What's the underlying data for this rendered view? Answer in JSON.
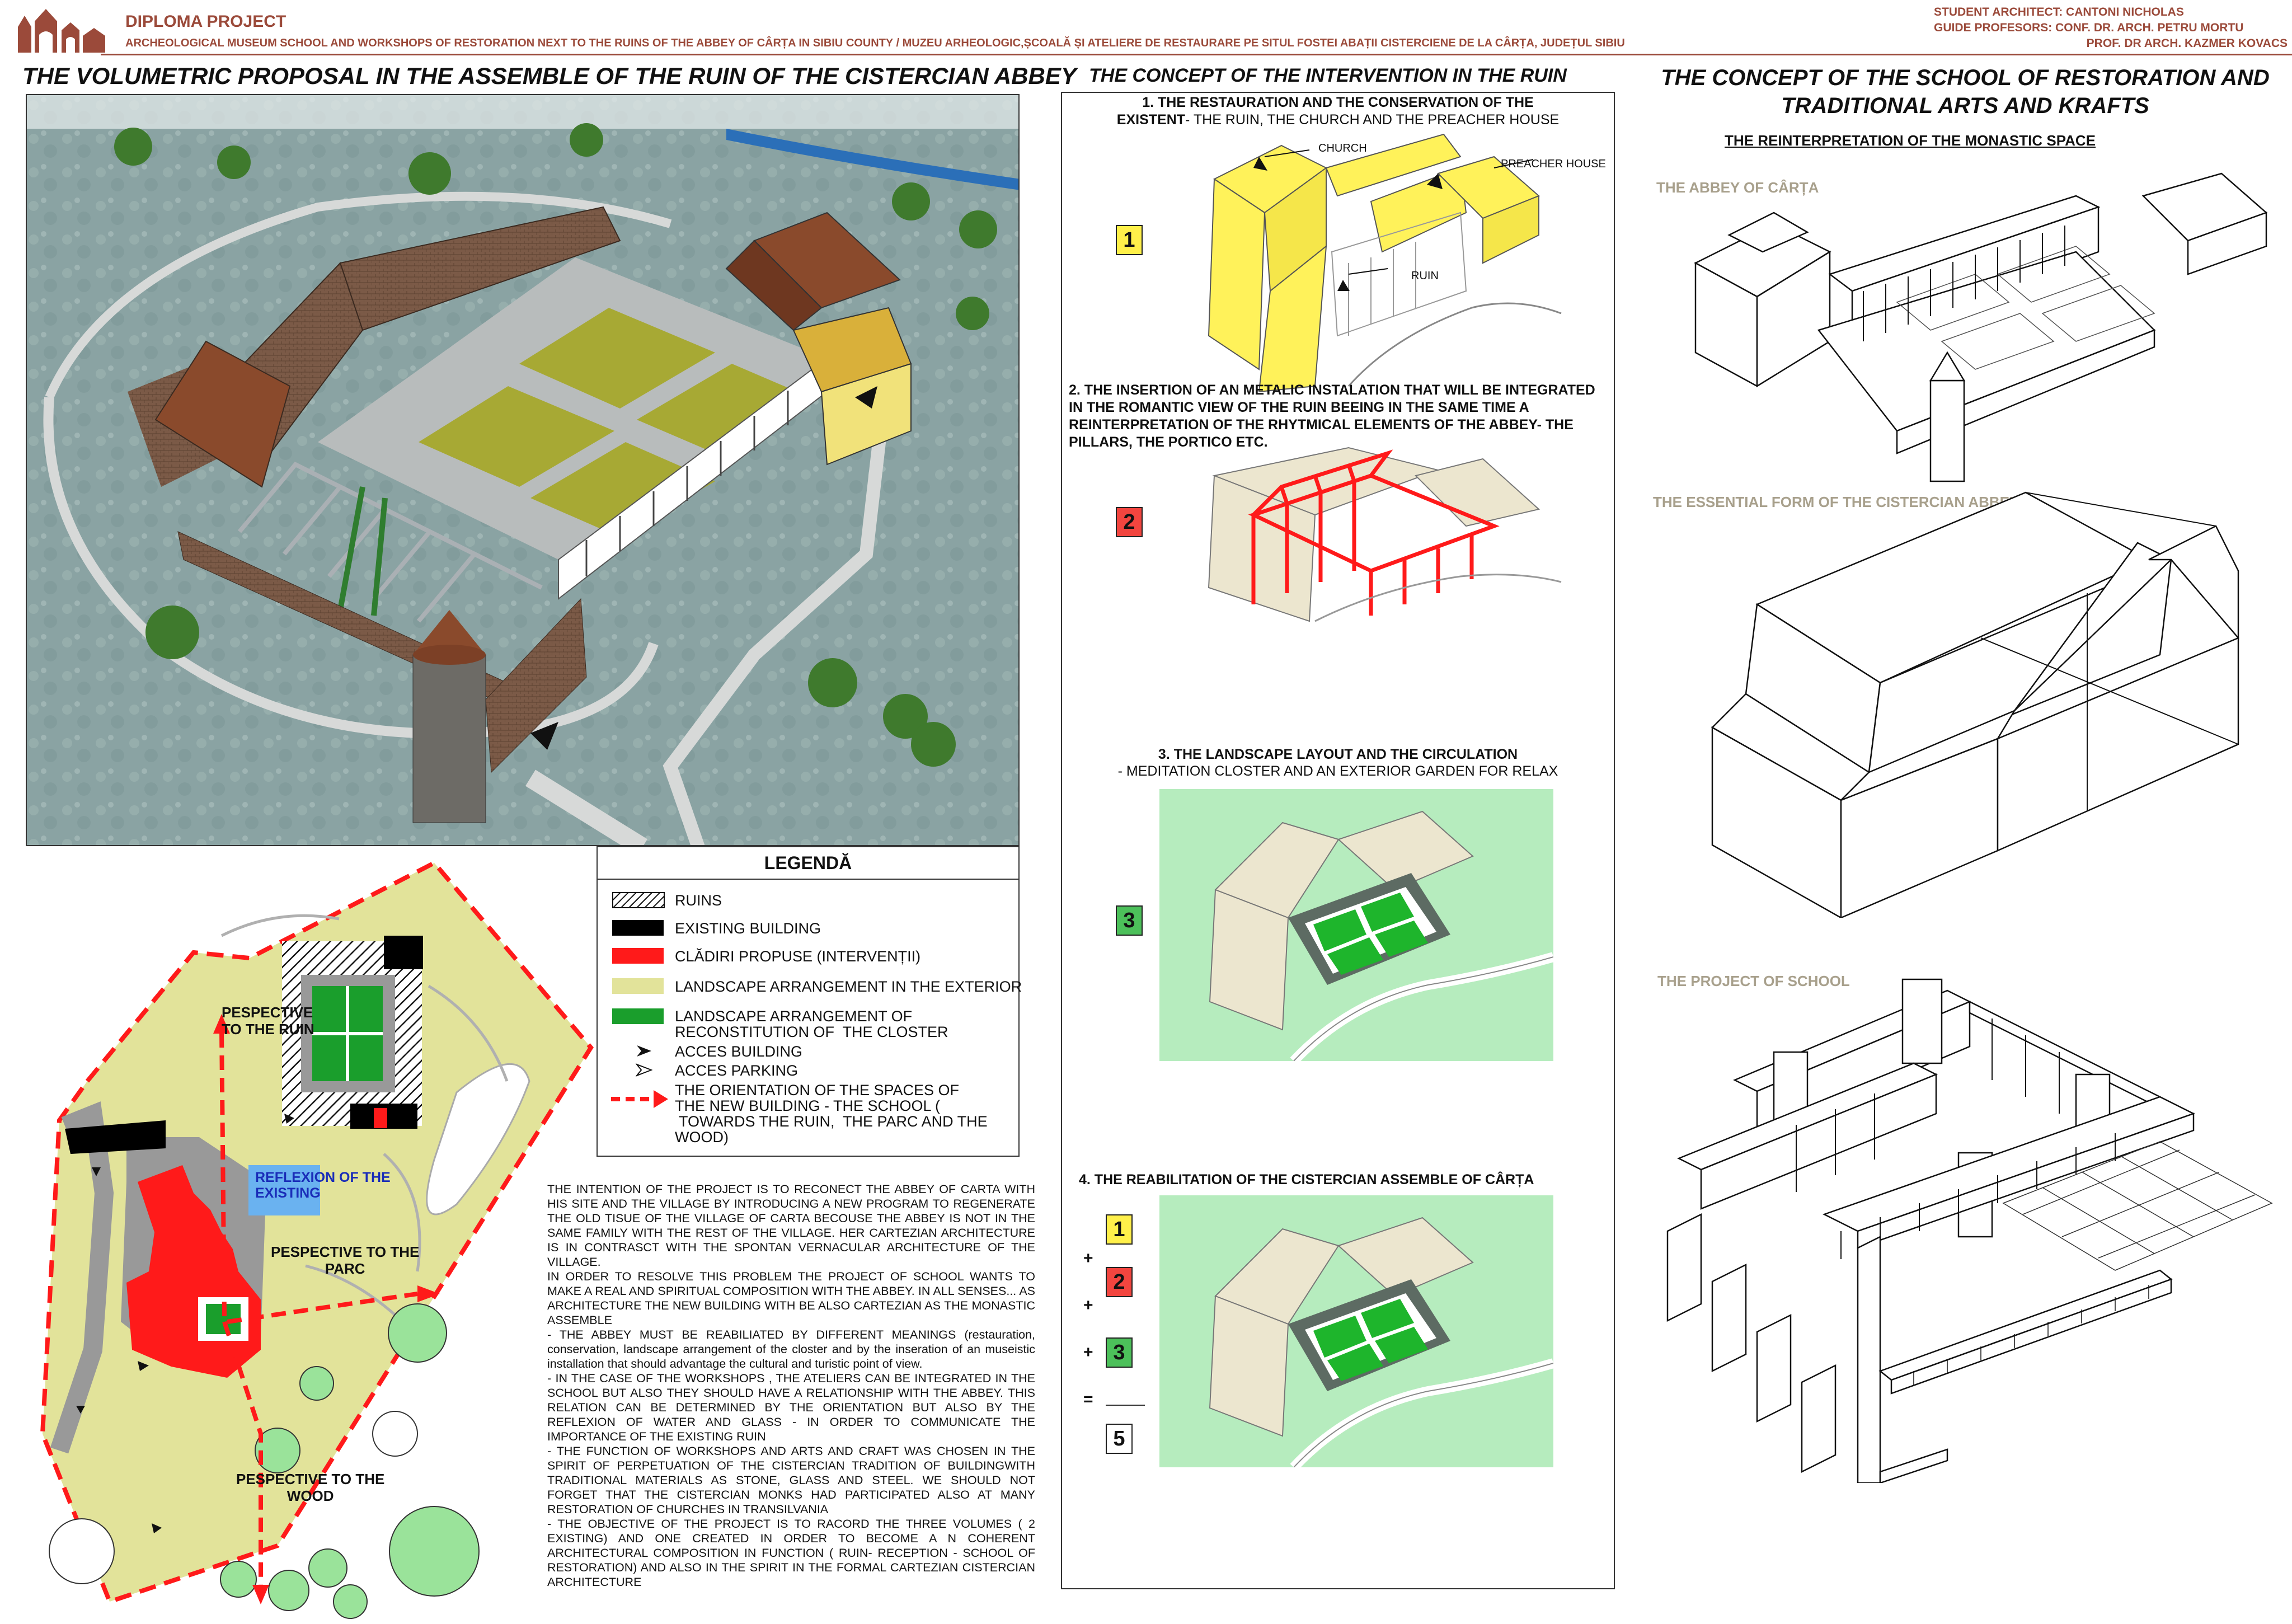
{
  "header": {
    "project_title": "DIPLOMA PROJECT",
    "subtitle": "ARCHEOLOGICAL MUSEUM  SCHOOL  AND WORKSHOPS OF RESTORATION NEXT TO THE RUINS OF THE ABBEY OF CÂRȚA  IN SIBIU COUNTY / MUZEU ARHEOLOGIC,ȘCOALĂ ȘI ATELIERE DE RESTAURARE PE SITUL FOSTEI ABAȚII CISTERCIENE DE LA CÂRȚA, JUDEȚUL SIBIU",
    "student": "STUDENT ARCHITECT: CANTONI NICHOLAS",
    "guide1": "GUIDE PROFESORS: CONF. DR. ARCH. PETRU MORTU",
    "guide2": "PROF. DR ARCH. KAZMER KOVACS"
  },
  "left": {
    "title": "THE VOLUMETRIC PROPOSAL IN THE ASSEMBLE OF THE RUIN OF THE  CISTERCIAN ABBEY",
    "site_labels": {
      "ruin": "PESPECTIVE\nTO THE RUIN",
      "reflexion": "REFLEXION OF THE\nEXISTING",
      "parc": "PESPECTIVE TO THE\nPARC",
      "wood": "PESPECTIVE TO THE\nWOOD"
    }
  },
  "legend": {
    "title": "LEGENDĂ",
    "items": [
      {
        "label": "RUINS",
        "color": "hatch"
      },
      {
        "label": "EXISTING BUILDING",
        "color": "#000000"
      },
      {
        "label": "CLĂDIRI PROPUSE (INTERVENȚII)",
        "color": "#ff1a1a"
      },
      {
        "label": "LANDSCAPE ARRANGEMENT IN THE EXTERIOR",
        "color": "#e2e39a"
      },
      {
        "label": "LANDSCAPE ARRANGEMENT OF\nRECONSTITUTION OF  THE CLOSTER",
        "color": "#1a9e2c"
      },
      {
        "label": "ACCES BUILDING",
        "color": "arrow-solid"
      },
      {
        "label": "ACCES PARKING",
        "color": "arrow-open"
      },
      {
        "label": "THE ORIENTATION OF THE SPACES OF\nTHE NEW BUILDING - THE SCHOOL (\n TOWARDS THE RUIN,  THE PARC AND THE\nWOOD)",
        "color": "arrow-dashed"
      }
    ]
  },
  "intention_text": [
    "THE INTENTION OF THE PROJECT IS TO RECONECT THE ABBEY OF CARTA WITH HIS SITE AND THE VILLAGE BY INTRODUCING A NEW PROGRAM TO REGENERATE THE OLD TISUE  OF THE VILLAGE OF CARTA  BECOUSE THE ABBEY IS NOT IN THE SAME FAMILY WITH THE REST OF THE VILLAGE. HER CARTEZIAN ARCHITECTURE IS IN CONTRASCT WITH THE SPONTAN VERNACULAR ARCHITECTURE OF THE VILLAGE.",
    "IN ORDER TO RESOLVE THIS PROBLEM THE PROJECT OF SCHOOL WANTS TO MAKE A REAL AND SPIRITUAL COMPOSITION WITH THE ABBEY. IN ALL SENSES... AS ARCHITECTURE THE NEW BUILDING WITH BE ALSO CARTEZIAN AS THE MONASTIC ASSEMBLE",
    "- THE ABBEY MUST BE REABILIATED  BY DIFFERENT MEANINGS (restauration, conservation, landscape arrangement of the closter and by the inseration of an museistic installation that should advantage the cultural and turistic point of view.",
    "- IN THE CASE OF THE WORKSHOPS , THE ATELIERS CAN BE INTEGRATED  IN THE SCHOOL BUT ALSO THEY SHOULD HAVE A RELATIONSHIP WITH THE ABBEY. THIS RELATION CAN BE DETERMINED BY THE ORIENTATION BUT ALSO BY THE REFLEXION OF WATER AND GLASS - IN ORDER TO COMMUNICATE THE IMPORTANCE OF THE EXISTING RUIN",
    "- THE FUNCTION OF WORKSHOPS AND ARTS AND CRAFT WAS CHOSEN IN THE SPIRIT OF PERPETUATION OF THE CISTERCIAN TRADITION OF BUILDINGWITH TRADITIONAL MATERIALS AS  STONE, GLASS AND STEEL. WE SHOULD NOT FORGET THAT THE CISTERCIAN MONKS HAD PARTICIPATED ALSO AT MANY RESTORATION OF CHURCHES IN TRANSILVANIA",
    "- THE OBJECTIVE OF THE PROJECT IS TO RACORD THE THREE VOLUMES ( 2 EXISTING) AND ONE CREATED IN ORDER TO BECOME A N COHERENT ARCHITECTURAL COMPOSITION IN FUNCTION ( RUIN- RECEPTION - SCHOOL OF RESTORATION) AND ALSO IN THE SPIRIT IN THE FORMAL CARTEZIAN CISTERCIAN ARCHITECTURE"
  ],
  "middle": {
    "title": "THE CONCEPT OF THE INTERVENTION IN THE RUIN",
    "step1_line1": "1. THE RESTAURATION AND THE CONSERVATION OF THE",
    "step1_bold": "EXISTENT",
    "step1_rest": "- THE RUIN, THE CHURCH AND THE PREACHER HOUSE",
    "label_church": "CHURCH",
    "label_preacher": "PREACHER HOUSE",
    "label_ruin": "RUIN",
    "step2": "2. THE INSERTION OF AN METALIC INSTALATION THAT WILL  BE INTEGRATED IN THE ROMANTIC VIEW OF THE RUIN BEEING IN THE SAME TIME A REINTERPRETATION OF THE RHYTMICAL ELEMENTS OF THE ABBEY- THE PILLARS, THE PORTICO ETC.",
    "step3_title": "3. THE LANDSCAPE LAYOUT  AND THE CIRCULATION",
    "step3_sub": "-  MEDITATION CLOSTER AND AN EXTERIOR GARDEN FOR RELAX",
    "step4_title": "4. THE REABILITATION OF THE  CISTERCIAN ASSEMBLE OF CÂRȚA",
    "badges": {
      "one": "1",
      "two": "2",
      "three": "3",
      "five": "5",
      "plus": "+",
      "equals": "="
    },
    "colors": {
      "yellow": "#fff04a",
      "red": "#f2453f",
      "green": "#4cc05a"
    }
  },
  "right": {
    "title": "THE CONCEPT OF THE SCHOOL OF RESTORATION AND TRADITIONAL ARTS AND KRAFTS",
    "subtitle": "THE REINTERPRETATION OF THE MONASTIC SPACE",
    "label_abbey": "THE ABBEY OF CÂRȚA",
    "label_essential": "THE ESSENTIAL FORM OF THE CISTERCIAN ABBEY",
    "label_project": "THE PROJECT OF SCHOOL"
  }
}
